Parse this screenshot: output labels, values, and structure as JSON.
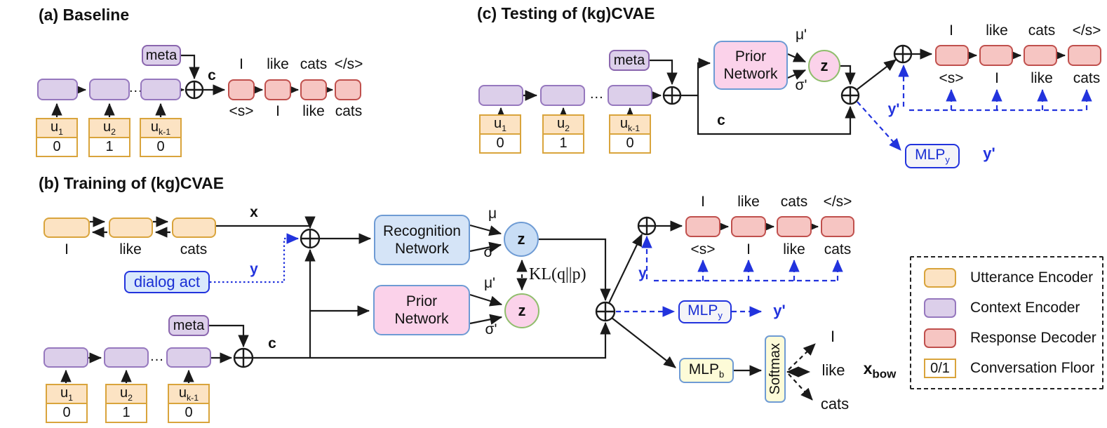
{
  "panel_a": {
    "title": "(a) Baseline",
    "meta_label": "meta",
    "dots": "...",
    "c_label": "c",
    "dec_top": [
      "I",
      "like",
      "cats",
      "</s>"
    ],
    "dec_bottom": [
      "<s>",
      "I",
      "like",
      "cats"
    ],
    "utterances": [
      {
        "base": "u",
        "sub": "1",
        "floor": "0"
      },
      {
        "base": "u",
        "sub": "2",
        "floor": "1"
      },
      {
        "base": "u",
        "sub": "k-1",
        "floor": "0"
      }
    ]
  },
  "panel_b": {
    "title": "(b) Training of (kg)CVAE",
    "utt_words": [
      "I",
      "like",
      "cats"
    ],
    "x_label": "x",
    "y_label": "y",
    "dialog_act_label": "dialog act",
    "recognition_network_label": "Recognition Network",
    "prior_network_label": "Prior Network",
    "mu": "μ",
    "sigma": "σ",
    "mu_prime": "μ'",
    "sigma_prime": "σ'",
    "z_posterior": "z",
    "z_prior": "z",
    "kl_label": "KL(q||p)",
    "meta_label": "meta",
    "dots": "...",
    "c_label": "c",
    "dec_top": [
      "I",
      "like",
      "cats",
      "</s>"
    ],
    "dec_bottom": [
      "<s>",
      "I",
      "like",
      "cats"
    ],
    "y_feedback_label": "y",
    "mlp_y": {
      "base": "MLP",
      "sub": "y"
    },
    "y_prime_label": "y'",
    "mlp_b": {
      "base": "MLP",
      "sub": "b"
    },
    "softmax_label": "Softmax",
    "bow_words": [
      "I",
      "like",
      "cats"
    ],
    "x_bow": {
      "base": "x",
      "sub": "bow"
    },
    "utterances": [
      {
        "base": "u",
        "sub": "1",
        "floor": "0"
      },
      {
        "base": "u",
        "sub": "2",
        "floor": "1"
      },
      {
        "base": "u",
        "sub": "k-1",
        "floor": "0"
      }
    ]
  },
  "panel_c": {
    "title": "(c) Testing of (kg)CVAE",
    "meta_label": "meta",
    "dots": "...",
    "c_label": "c",
    "prior_network_label": "Prior Network",
    "mu_prime": "μ'",
    "sigma_prime": "σ'",
    "z_prior": "z",
    "dec_top": [
      "I",
      "like",
      "cats",
      "</s>"
    ],
    "dec_bottom": [
      "<s>",
      "I",
      "like",
      "cats"
    ],
    "y_prime_feedback": "y'",
    "mlp_y": {
      "base": "MLP",
      "sub": "y"
    },
    "y_prime_out": "y'",
    "utterances": [
      {
        "base": "u",
        "sub": "1",
        "floor": "0"
      },
      {
        "base": "u",
        "sub": "2",
        "floor": "1"
      },
      {
        "base": "u",
        "sub": "k-1",
        "floor": "0"
      }
    ]
  },
  "legend": {
    "items": [
      {
        "label": "Utterance Encoder"
      },
      {
        "label": "Context Encoder"
      },
      {
        "label": "Response Decoder"
      },
      {
        "label": "Conversation Floor",
        "swatch_text": "0/1"
      }
    ]
  },
  "colors": {
    "utterance_fill": "#fce3c3",
    "utterance_border": "#d9a43c",
    "context_fill": "#dccfea",
    "context_border": "#9678be",
    "decoder_fill": "#f6c5c2",
    "decoder_border": "#c0504d",
    "recognition_fill": "#d5e4f7",
    "prior_fill": "#fbd2ea",
    "network_border": "#6e9bd4",
    "z_prior_border": "#90be6d",
    "blue_accent": "#2233dd",
    "yellow_fill": "#fdfbd8",
    "line": "#1a1a1a"
  }
}
